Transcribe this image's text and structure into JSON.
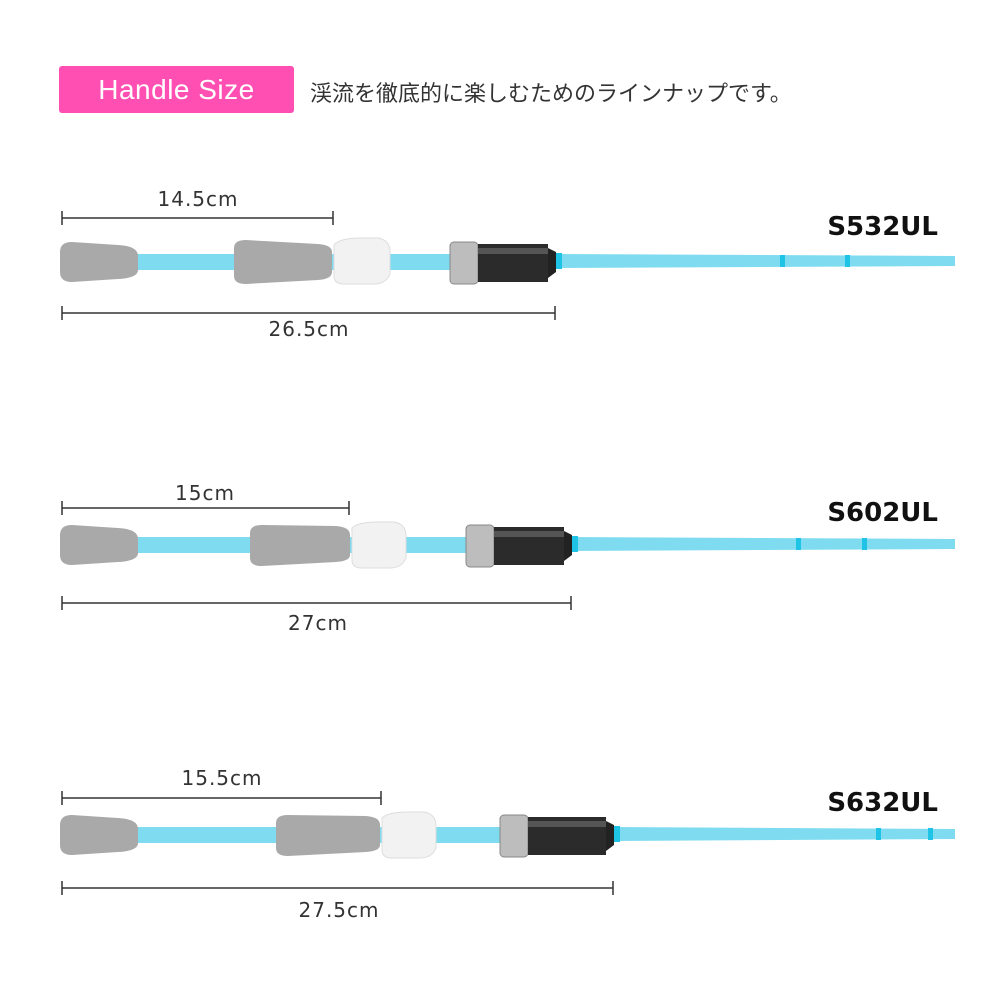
{
  "header": {
    "badge_label": "Handle Size",
    "subtitle": "渓流を徹底的に楽しむためのラインナップです。"
  },
  "colors": {
    "badge": "#ff4fb3",
    "blank": "#7fdcf0",
    "grip": "#a9a9a9",
    "reel_seat": "#f2f2f2",
    "ring": "#bdbdbd",
    "carbon": "#2b2b2b",
    "guide": "#1fc3e6"
  },
  "rods": [
    {
      "model": "S532UL",
      "front_grip_length": "14.5cm",
      "total_handle_length": "26.5cm"
    },
    {
      "model": "S602UL",
      "front_grip_length": "15cm",
      "total_handle_length": "27cm"
    },
    {
      "model": "S632UL",
      "front_grip_length": "15.5cm",
      "total_handle_length": "27.5cm"
    }
  ]
}
